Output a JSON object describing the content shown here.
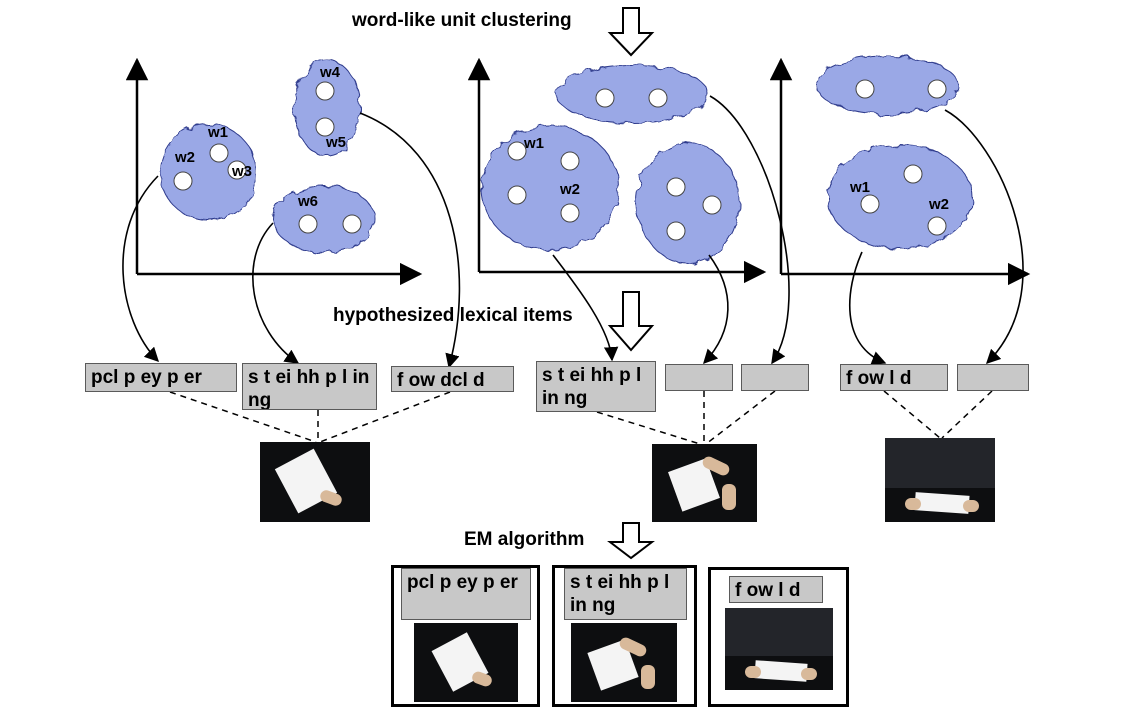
{
  "headings": {
    "clustering": "word-like unit clustering",
    "lexical": "hypothesized lexical items",
    "em": "EM algorithm"
  },
  "cluster_labels": {
    "p1": [
      "w1",
      "w2",
      "w3",
      "w4",
      "w5",
      "w6"
    ],
    "p2": [
      "w1",
      "w2"
    ],
    "p3": [
      "w1",
      "w2"
    ]
  },
  "lexical_items": [
    "pcl p ey p er",
    "s t ei hh p l in ng",
    "f ow dcl d",
    "s t ei hh p l in ng",
    "",
    "",
    "f ow l d",
    ""
  ],
  "em_items": [
    "pcl p ey p er",
    "s t ei hh p l in ng",
    "f ow l d"
  ],
  "colors": {
    "cluster_fill": "#9aa8e6",
    "cluster_edge": "#2e3a8c",
    "lexical_box": "#c8c8c8"
  }
}
